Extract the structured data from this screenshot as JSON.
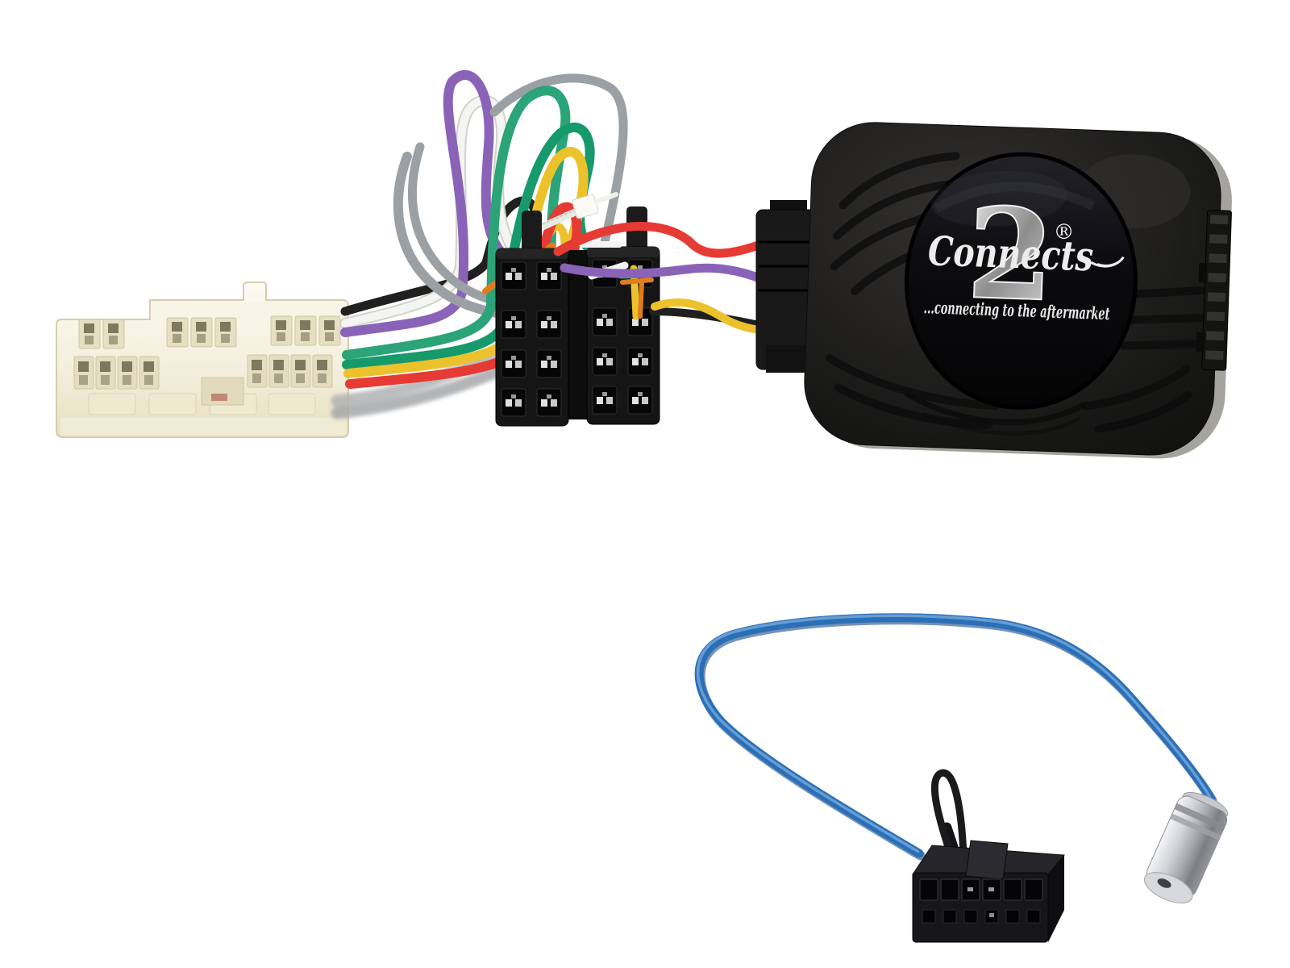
{
  "scene": {
    "type": "product-photo",
    "background": "#ffffff",
    "subject": "Connects2 steering wheel control interface kit: vehicle harness plug, twin ISO connectors, interface module and aerial adapter lead"
  },
  "module": {
    "logo": {
      "script": "Connects",
      "numeral": "2",
      "registered": "®",
      "tagline": "...connecting to the aftermarket"
    }
  },
  "palette": {
    "box": "#1c1b1a",
    "box_edge": "#a5a39d",
    "gloss": "#0a0a0c",
    "logo_ink": "#ededed",
    "vehicle_connector": "#f6f2e0",
    "iso_body": "#151515",
    "pin_metal": "#d8d8d8",
    "stub": "#19191a",
    "molex": "#17171a",
    "cable_tie": "#f6f6f3",
    "aerial_plug": "#c6c7cb"
  },
  "wires": {
    "purple": "#8a63b8",
    "grey": "#9ba0a4",
    "white": "#f4f4f2",
    "white_edge": "#d2d2cc",
    "green": "#2aa478",
    "teal_green": "#169a6b",
    "yellow": "#ecc22c",
    "red": "#e63a34",
    "black": "#202020",
    "orange": "#e07c20"
  },
  "antenna_cable": {
    "core": "#2b6fb6",
    "highlight": "#78aede",
    "shadow": "#1a4b86"
  }
}
